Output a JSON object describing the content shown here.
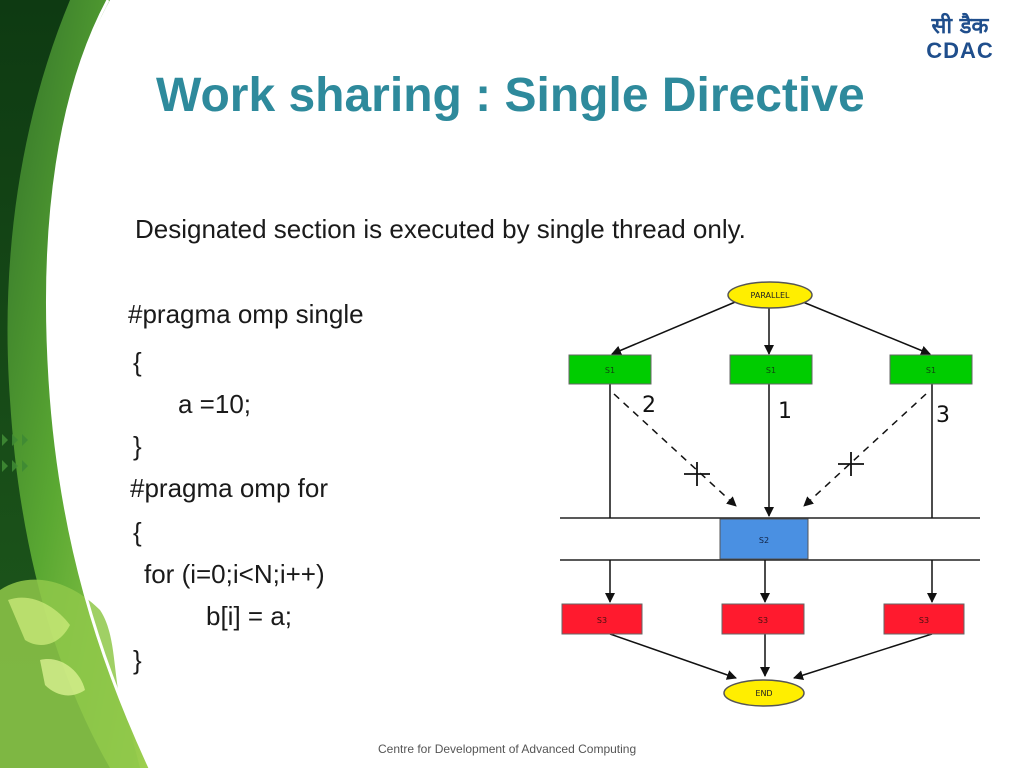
{
  "logo": {
    "hindi": "सी डैक",
    "english": "CDAC"
  },
  "title": "Work sharing : Single Directive",
  "subtitle": "Designated section is executed by single thread only.",
  "code": [
    "#pragma omp single",
    "{",
    "a =10;",
    "}",
    "#pragma omp for",
    "{",
    "for (i=0;i<N;i++)",
    "b[i] = a;",
    "}"
  ],
  "diagram": {
    "start_label": "PARALLEL",
    "end_label": "END",
    "top_boxes": [
      "S1",
      "S1",
      "S1"
    ],
    "middle_box": "S2",
    "bottom_boxes": [
      "S3",
      "S3",
      "S3"
    ],
    "path_numbers": [
      "2",
      "1",
      "3"
    ],
    "colors": {
      "green": "#00cc00",
      "blue": "#4a90e2",
      "red": "#ff1a2e",
      "yellow": "#ffee00"
    }
  },
  "footer": "Centre for Development of Advanced Computing"
}
